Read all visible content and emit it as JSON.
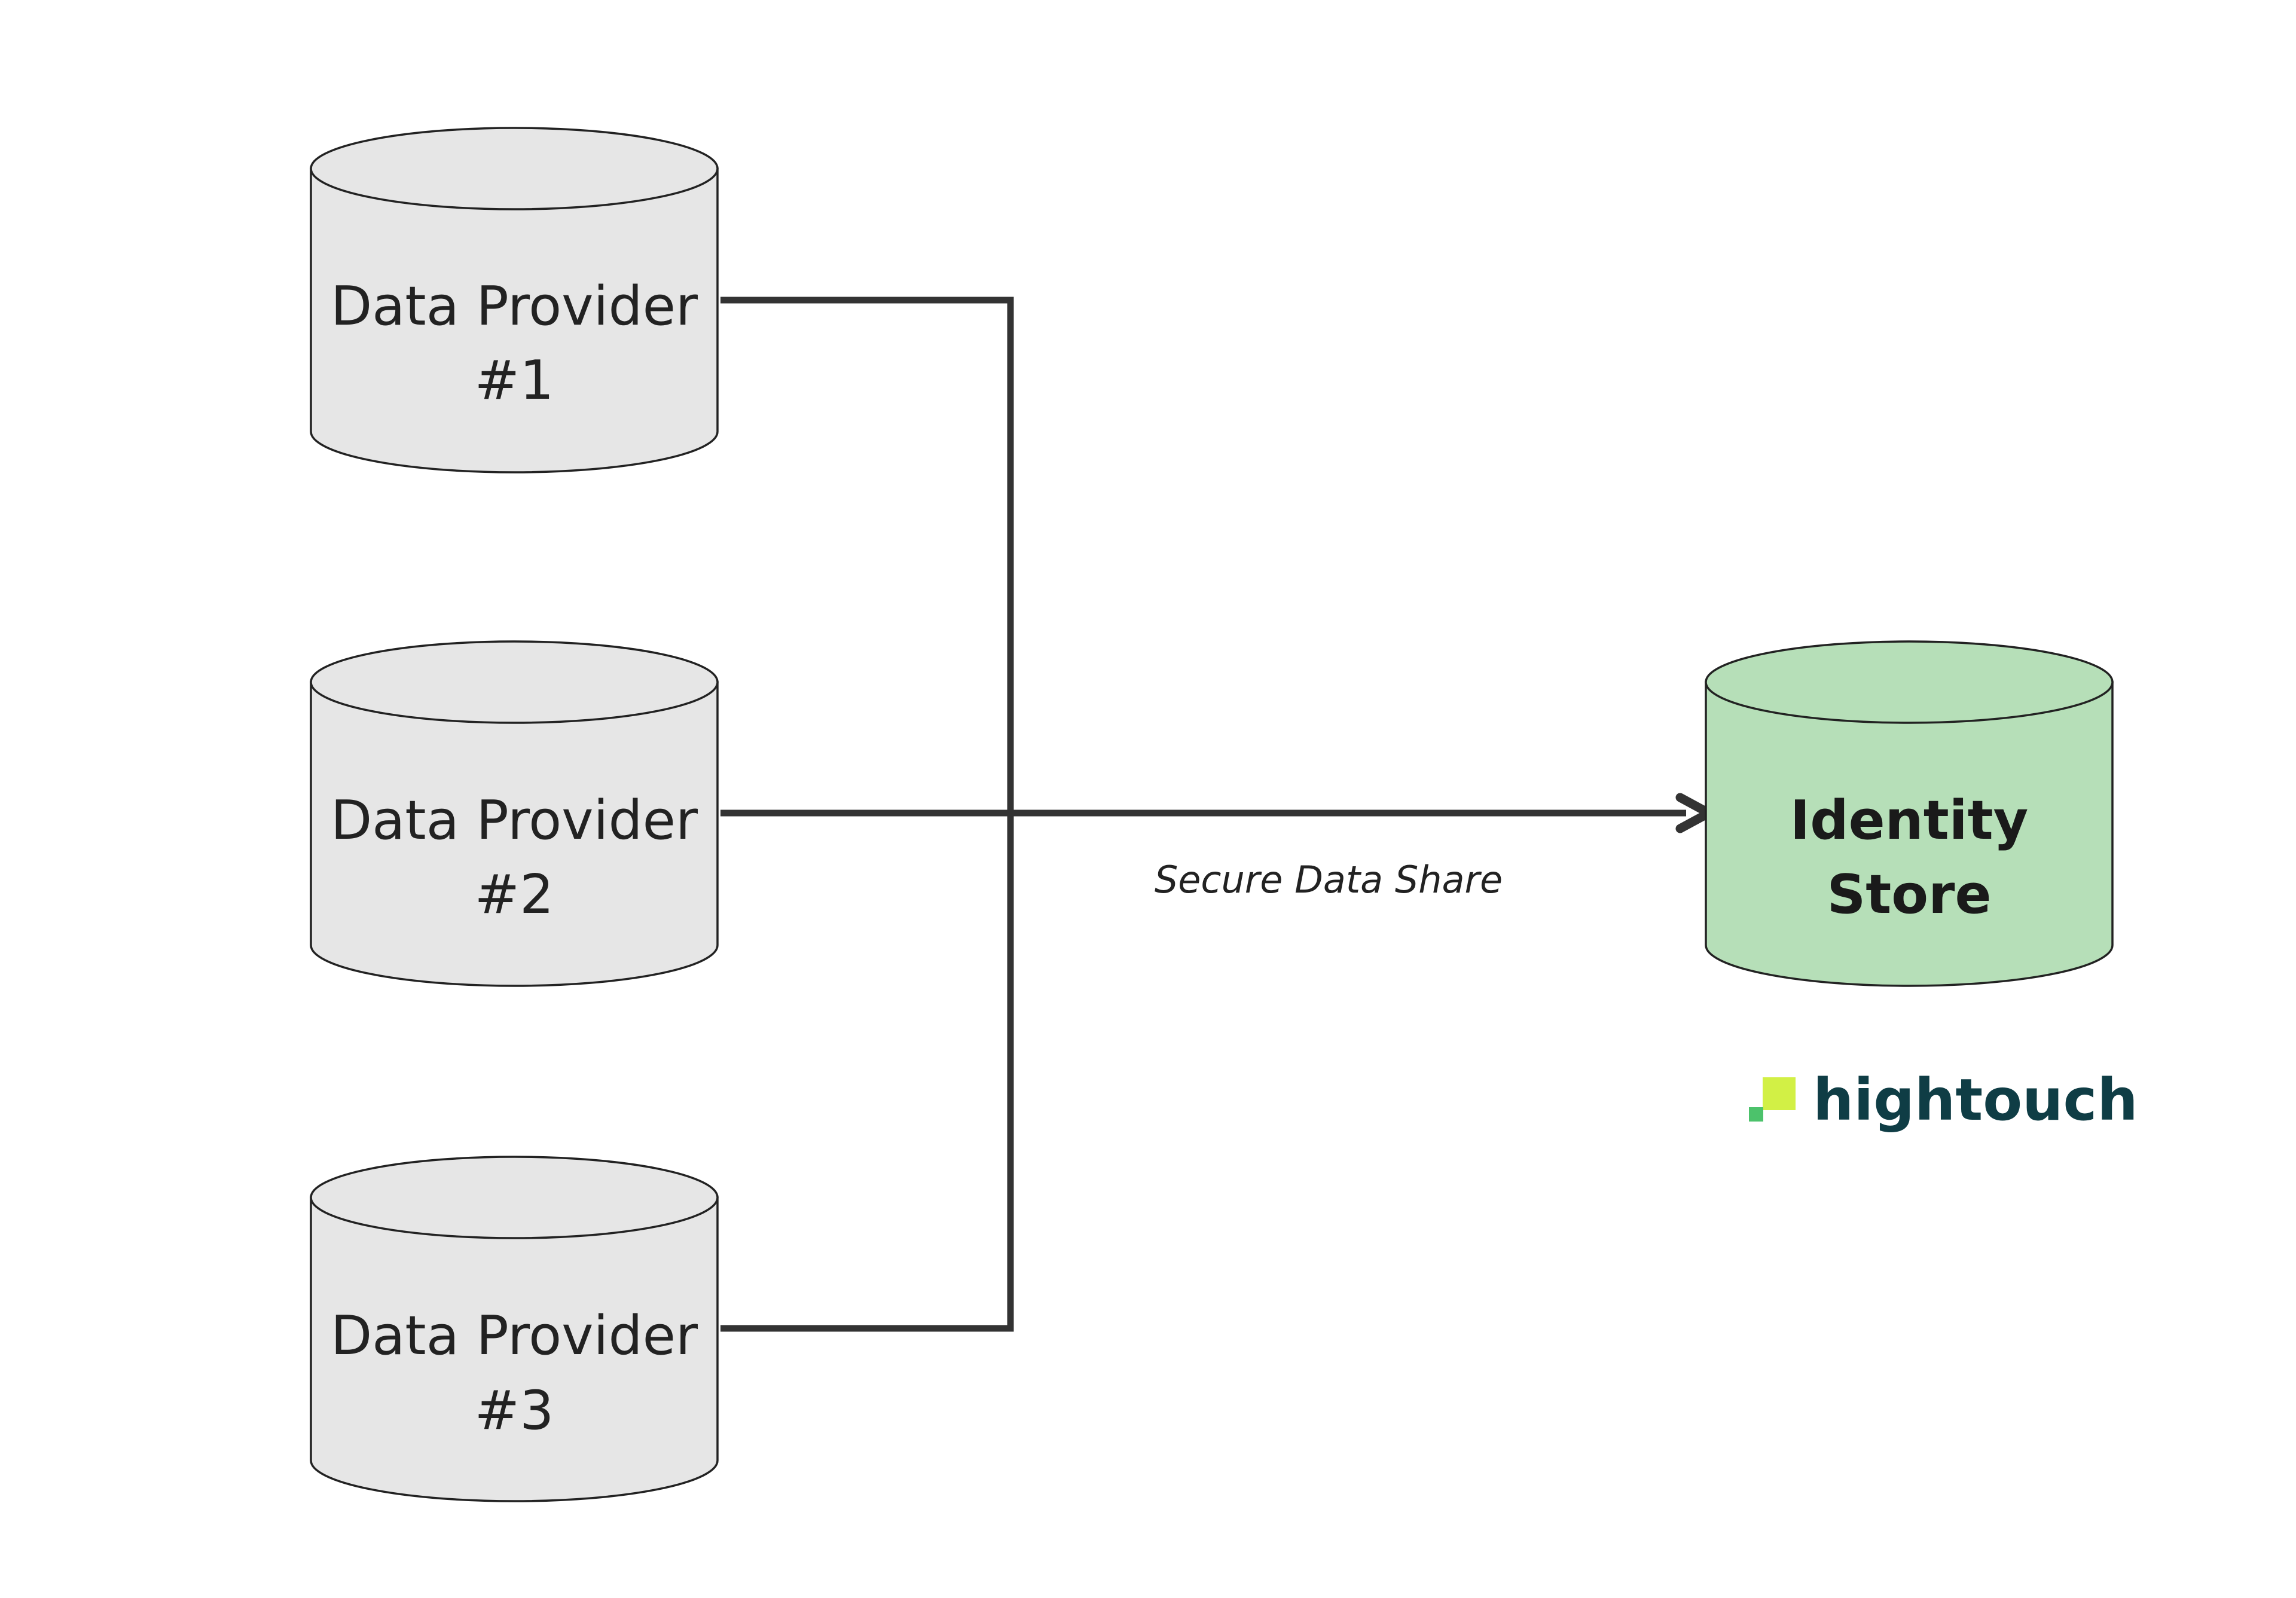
{
  "nodes": {
    "provider1": {
      "line1": "Data Provider",
      "line2": "#1"
    },
    "provider2": {
      "line1": "Data Provider",
      "line2": "#2"
    },
    "provider3": {
      "line1": "Data Provider",
      "line2": "#3"
    },
    "identity_store": {
      "line1": "Identity",
      "line2": "Store"
    }
  },
  "edges": {
    "secure_share_label": "Secure Data Share"
  },
  "logo": {
    "text": "hightouch"
  },
  "colors": {
    "provider_fill": "#e6e6e6",
    "identity_store_fill": "#b6dfb8",
    "connector": "#333333",
    "logo_text": "#0f3d45",
    "logo_mark_light": "#d2f045",
    "logo_mark_dark": "#4cc26b"
  }
}
